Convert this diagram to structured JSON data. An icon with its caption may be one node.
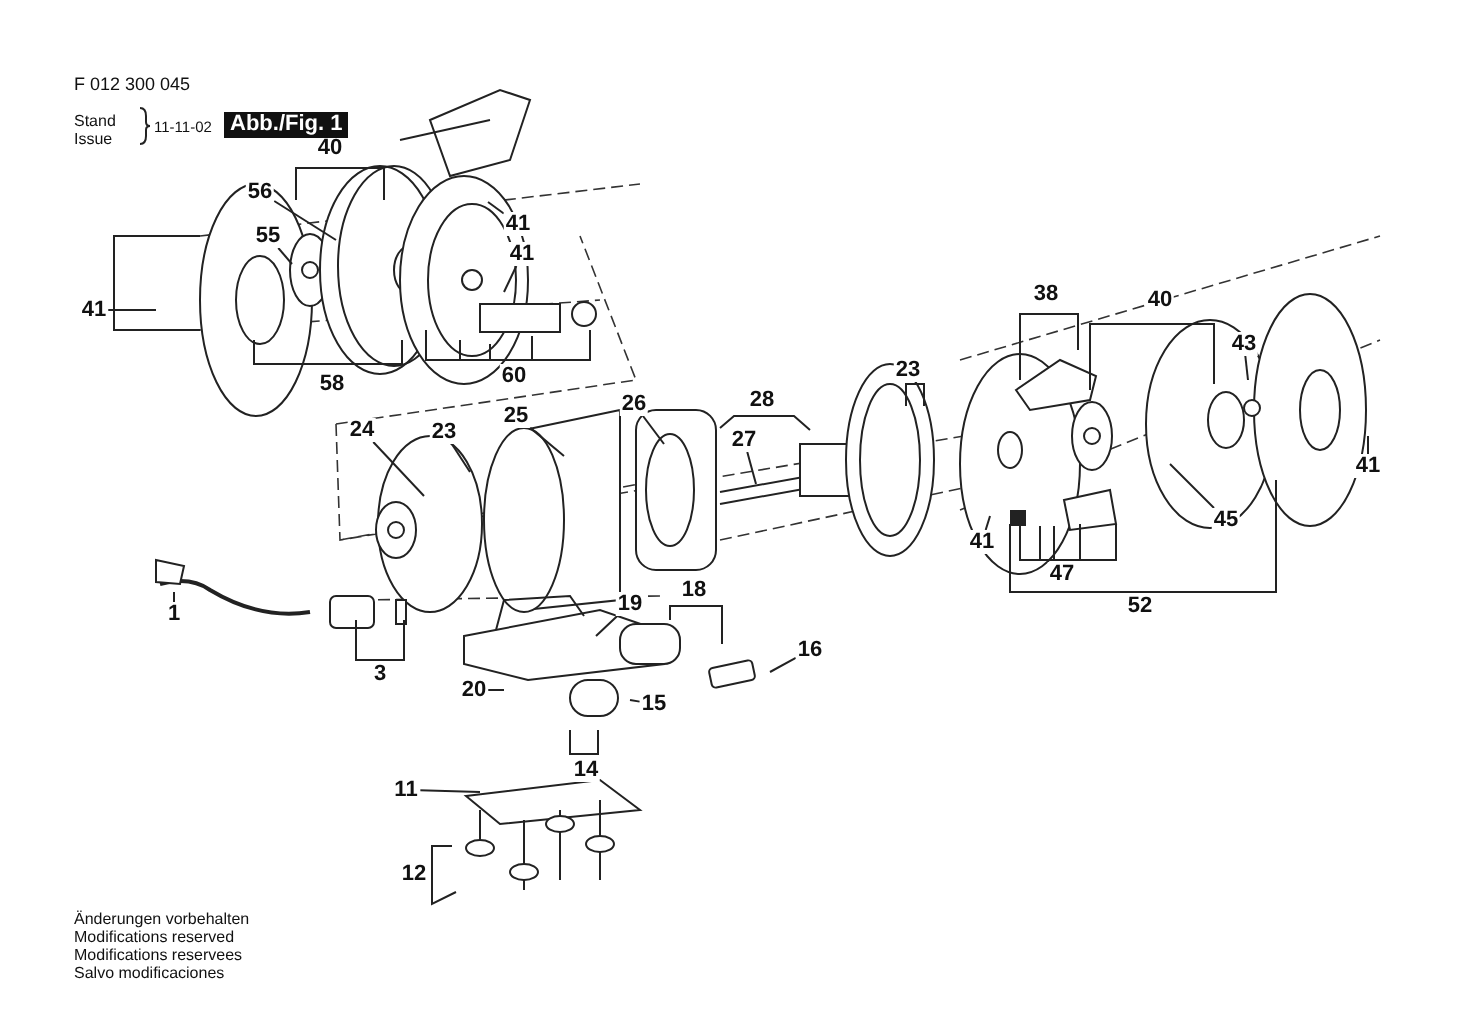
{
  "diagram": {
    "nodes": [
      {
        "text": [
          "40"
        ]
      },
      {
        "text": [
          "56"
        ]
      },
      {
        "text": [
          "55"
        ]
      },
      {
        "text": [
          "41"
        ]
      },
      {
        "text": [
          "41"
        ]
      },
      {
        "text": [
          "41"
        ]
      },
      {
        "text": [
          "58"
        ]
      },
      {
        "text": [
          "60"
        ]
      },
      {
        "text": [
          "38"
        ]
      },
      {
        "text": [
          "40"
        ]
      },
      {
        "text": [
          "43"
        ]
      },
      {
        "text": [
          "23"
        ]
      },
      {
        "text": [
          "28"
        ]
      },
      {
        "text": [
          "26"
        ]
      },
      {
        "text": [
          "25"
        ]
      },
      {
        "text": [
          "24"
        ]
      },
      {
        "text": [
          "23"
        ]
      },
      {
        "text": [
          "27"
        ]
      },
      {
        "text": [
          "41"
        ]
      },
      {
        "text": [
          "45"
        ]
      },
      {
        "text": [
          "41"
        ]
      },
      {
        "text": [
          "47"
        ]
      },
      {
        "text": [
          "52"
        ]
      },
      {
        "text": [
          "18"
        ]
      },
      {
        "text": [
          "19"
        ]
      },
      {
        "text": [
          "1"
        ]
      },
      {
        "text": [
          "16"
        ]
      },
      {
        "text": [
          "3"
        ]
      },
      {
        "text": [
          "20"
        ]
      },
      {
        "text": [
          "15"
        ]
      },
      {
        "text": [
          "14"
        ]
      },
      {
        "text": [
          "11"
        ]
      },
      {
        "text": [
          "12"
        ]
      }
    ],
    "edges": [
      {
        "from": 1,
        "to": null,
        "arrow": "none"
      },
      {
        "from": 2,
        "to": null,
        "arrow": "none"
      },
      {
        "from": 3,
        "to": null,
        "arrow": "none"
      },
      {
        "from": 4,
        "to": null,
        "arrow": "none"
      },
      {
        "from": 5,
        "to": null,
        "arrow": "none"
      },
      {
        "from": 10,
        "to": null,
        "arrow": "none"
      },
      {
        "from": 13,
        "to": null,
        "arrow": "none"
      },
      {
        "from": 14,
        "to": null,
        "arrow": "none"
      },
      {
        "from": 15,
        "to": null,
        "arrow": "none"
      },
      {
        "from": 16,
        "to": null,
        "arrow": "none"
      },
      {
        "from": 17,
        "to": null,
        "arrow": "none"
      },
      {
        "from": 18,
        "to": null,
        "arrow": "none"
      },
      {
        "from": 19,
        "to": null,
        "arrow": "none"
      },
      {
        "from": 20,
        "to": null,
        "arrow": "none"
      },
      {
        "from": 24,
        "to": null,
        "arrow": "none"
      },
      {
        "from": 25,
        "to": null,
        "arrow": "none"
      },
      {
        "from": 26,
        "to": null,
        "arrow": "none"
      },
      {
        "from": 28,
        "to": null,
        "arrow": "none"
      },
      {
        "from": 29,
        "to": null,
        "arrow": "none"
      },
      {
        "from": 31,
        "to": null,
        "arrow": "none"
      }
    ],
    "labels": [
      "F 012 300 045",
      "Stand",
      "Issue",
      "11-11-02",
      "Abb./Fig. 1",
      "Änderungen vorbehalten",
      "Modifications reserved",
      "Modifications reservees",
      "Salvo modificaciones"
    ]
  }
}
